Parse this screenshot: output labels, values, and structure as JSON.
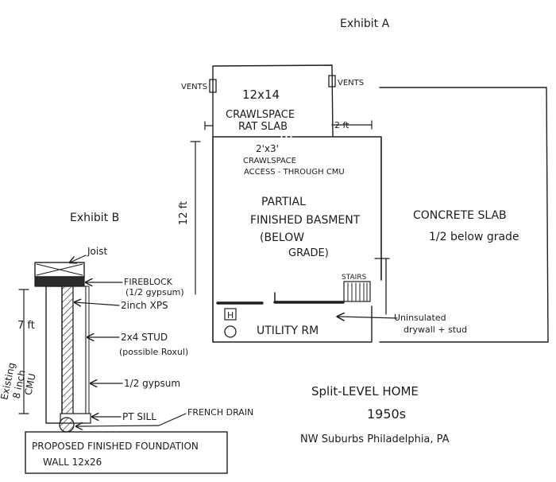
{
  "exhibit_a": {
    "title": "Exhibit A",
    "vents_left": "VENTS",
    "vents_right": "VENTS",
    "crawlspace_size": "12x14",
    "crawlspace_line1": "CRAWLSPACE",
    "crawlspace_line2": "RAT SLAB",
    "dim_2ft": "2 ft",
    "access_size": "2'x3'",
    "access_line1": "CRAWLSPACE",
    "access_line2": "ACCESS - THROUGH CMU",
    "dim_12ft": "12 ft",
    "basement_line1": "PARTIAL",
    "basement_line2": "FINISHED BASMENT",
    "basement_line3": "(BELOW",
    "basement_line4": "GRADE)",
    "slab_line1": "CONCRETE SLAB",
    "slab_line2": "1/2 below grade",
    "stairs": "STAIRS",
    "utility_h": "H",
    "utility": "UTILITY RM",
    "uninsulated_line1": "Uninsulated",
    "uninsulated_line2": "drywall + stud"
  },
  "exhibit_b": {
    "title": "Exhibit B",
    "joist": "Joist",
    "fireblock_line1": "FIREBLOCK",
    "fireblock_line2": "(1/2 gypsum)",
    "xps": "2inch XPS",
    "stud_line1": "2x4 STUD",
    "stud_line2": "(possible Roxul)",
    "gypsum": "1/2 gypsum",
    "sill": "PT SILL",
    "drain": "FRENCH DRAIN",
    "height": "7 ft",
    "existing_line1": "Existing",
    "existing_line2": "8 inch",
    "existing_line3": "CMU",
    "proposed_line1": "PROPOSED FINISHED FOUNDATION",
    "proposed_line2": "WALL 12x26"
  },
  "notes": {
    "home": "Split-LEVEL HOME",
    "era": "1950s",
    "location": "NW Suburbs Philadelphia, PA"
  }
}
